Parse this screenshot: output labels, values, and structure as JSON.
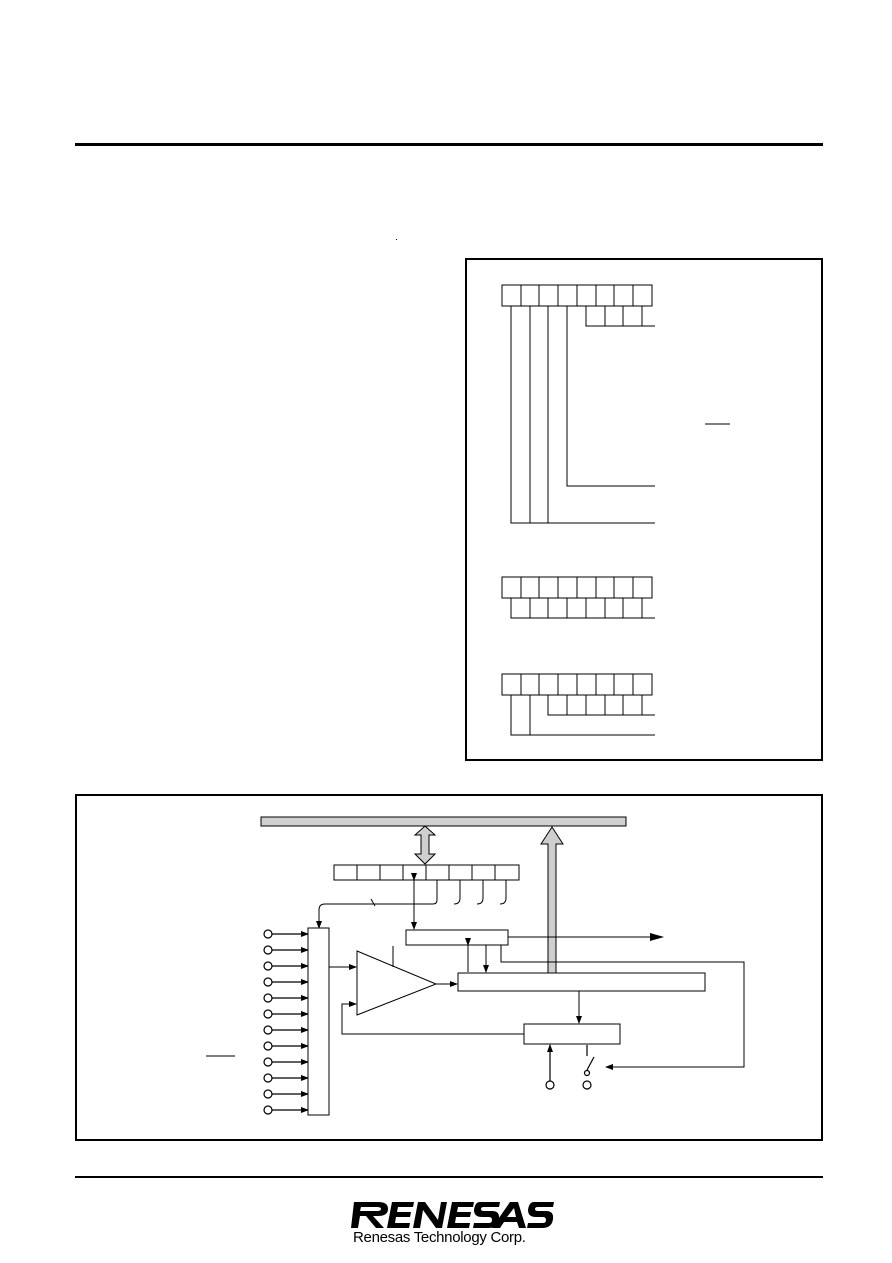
{
  "company": {
    "name": "RENESAS",
    "tagline": "Renesas Technology Corp."
  },
  "figures": {
    "register_diagram": {
      "registers": [
        {
          "bits": 8
        },
        {
          "bits": 8
        },
        {
          "bits": 8
        }
      ]
    },
    "block_diagram": {
      "input_pins": 12,
      "register_bits": 8
    }
  }
}
